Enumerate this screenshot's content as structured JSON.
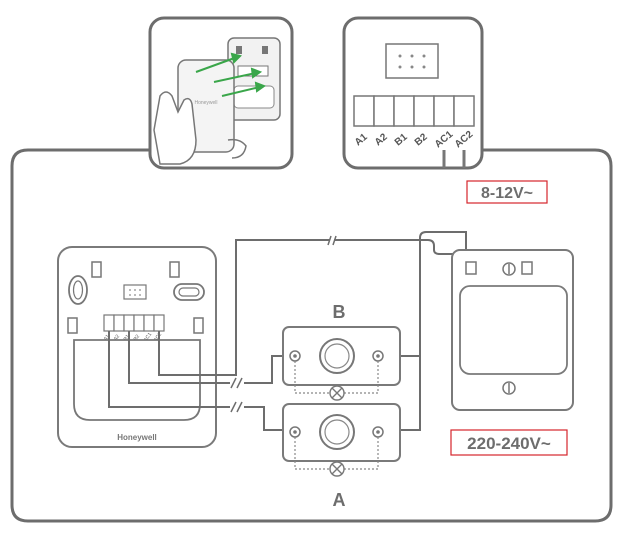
{
  "terminals": {
    "inset": [
      "A1",
      "A2",
      "B1",
      "B2",
      "AC1",
      "AC2"
    ],
    "unit": [
      "A1",
      "A2",
      "B1",
      "B2",
      "AC1",
      "AC2"
    ]
  },
  "brand": "Honeywell",
  "bell_push_b": "B",
  "bell_push_a": "A",
  "voltage_low": "8-12V~",
  "voltage_mains": "220-240V~",
  "colors": {
    "line": "#6d6d6d",
    "accent_red": "#d6242b",
    "arrow_green": "#3aa64a"
  }
}
